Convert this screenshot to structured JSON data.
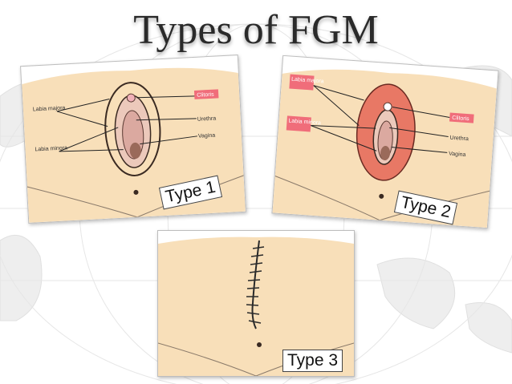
{
  "title": "Types of FGM",
  "panels": [
    {
      "tag": "Type 1",
      "labels": {
        "labia_majora": "Labia majora",
        "labia_minora": "Labia minora",
        "clitoris": "Clitoris",
        "urethra": "Urethra",
        "vagina": "Vagina"
      }
    },
    {
      "tag": "Type 2",
      "labels": {
        "labia_majora": "Labia majora",
        "labia_minora": "Labia minora",
        "clitoris": "Clitoris",
        "urethra": "Urethra",
        "vagina": "Vagina"
      }
    },
    {
      "tag": "Type 3"
    }
  ],
  "colors": {
    "skin": "#f8dfb9",
    "tissue": "#dba9a0",
    "highlight": "#f06d7a",
    "excised_area": "#e87865"
  }
}
